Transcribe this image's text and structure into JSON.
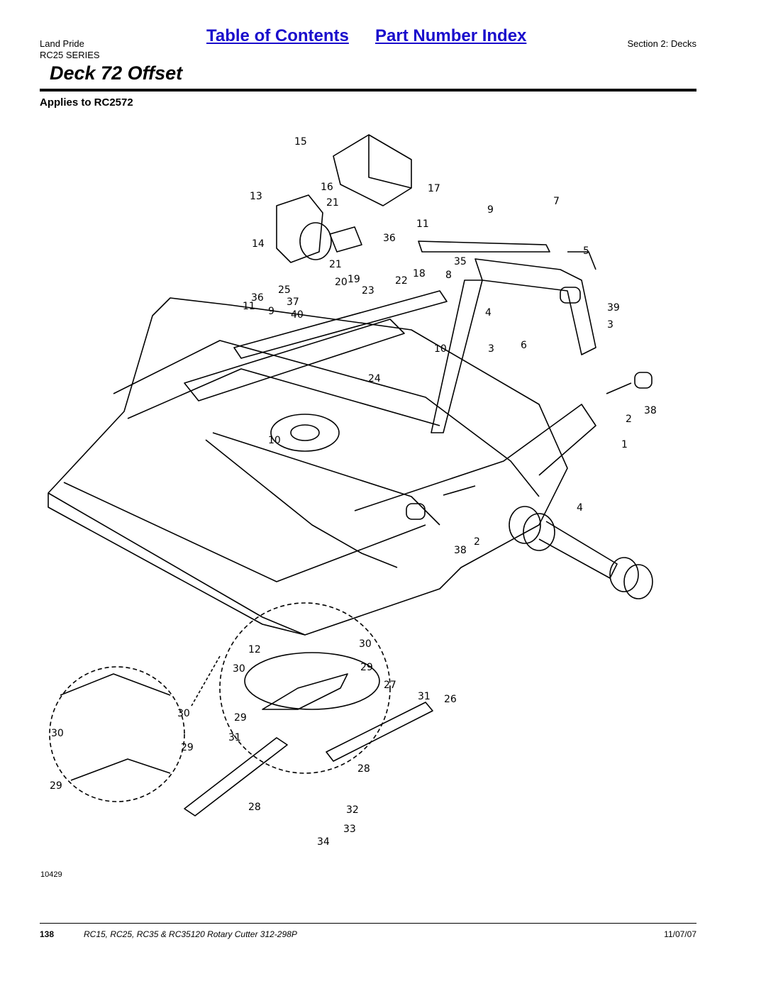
{
  "header": {
    "brand": "Land Pride",
    "series": "RC25 SERIES",
    "toc_link": "Table of Contents",
    "index_link": "Part Number Index",
    "section": "Section 2: Decks"
  },
  "page_title": "Deck 72 Offset",
  "applies_to": "Applies to RC2572",
  "figure": {
    "code": "10429",
    "callouts": [
      "15",
      "16",
      "17",
      "13",
      "21",
      "7",
      "9",
      "11",
      "36",
      "14",
      "5",
      "35",
      "21",
      "20",
      "19",
      "22",
      "18",
      "8",
      "25",
      "23",
      "36",
      "37",
      "11",
      "9",
      "40",
      "39",
      "4",
      "3",
      "10",
      "3",
      "6",
      "24",
      "2",
      "38",
      "10",
      "1",
      "4",
      "38",
      "2",
      "12",
      "30",
      "30",
      "29",
      "27",
      "31",
      "26",
      "30",
      "29",
      "31",
      "30",
      "29",
      "29",
      "28",
      "28",
      "32",
      "33",
      "34"
    ]
  },
  "footer": {
    "page_number": "138",
    "doc_title": "RC15, RC25, RC35 & RC35120 Rotary Cutter",
    "doc_number": "312-298P",
    "date": "11/07/07"
  }
}
